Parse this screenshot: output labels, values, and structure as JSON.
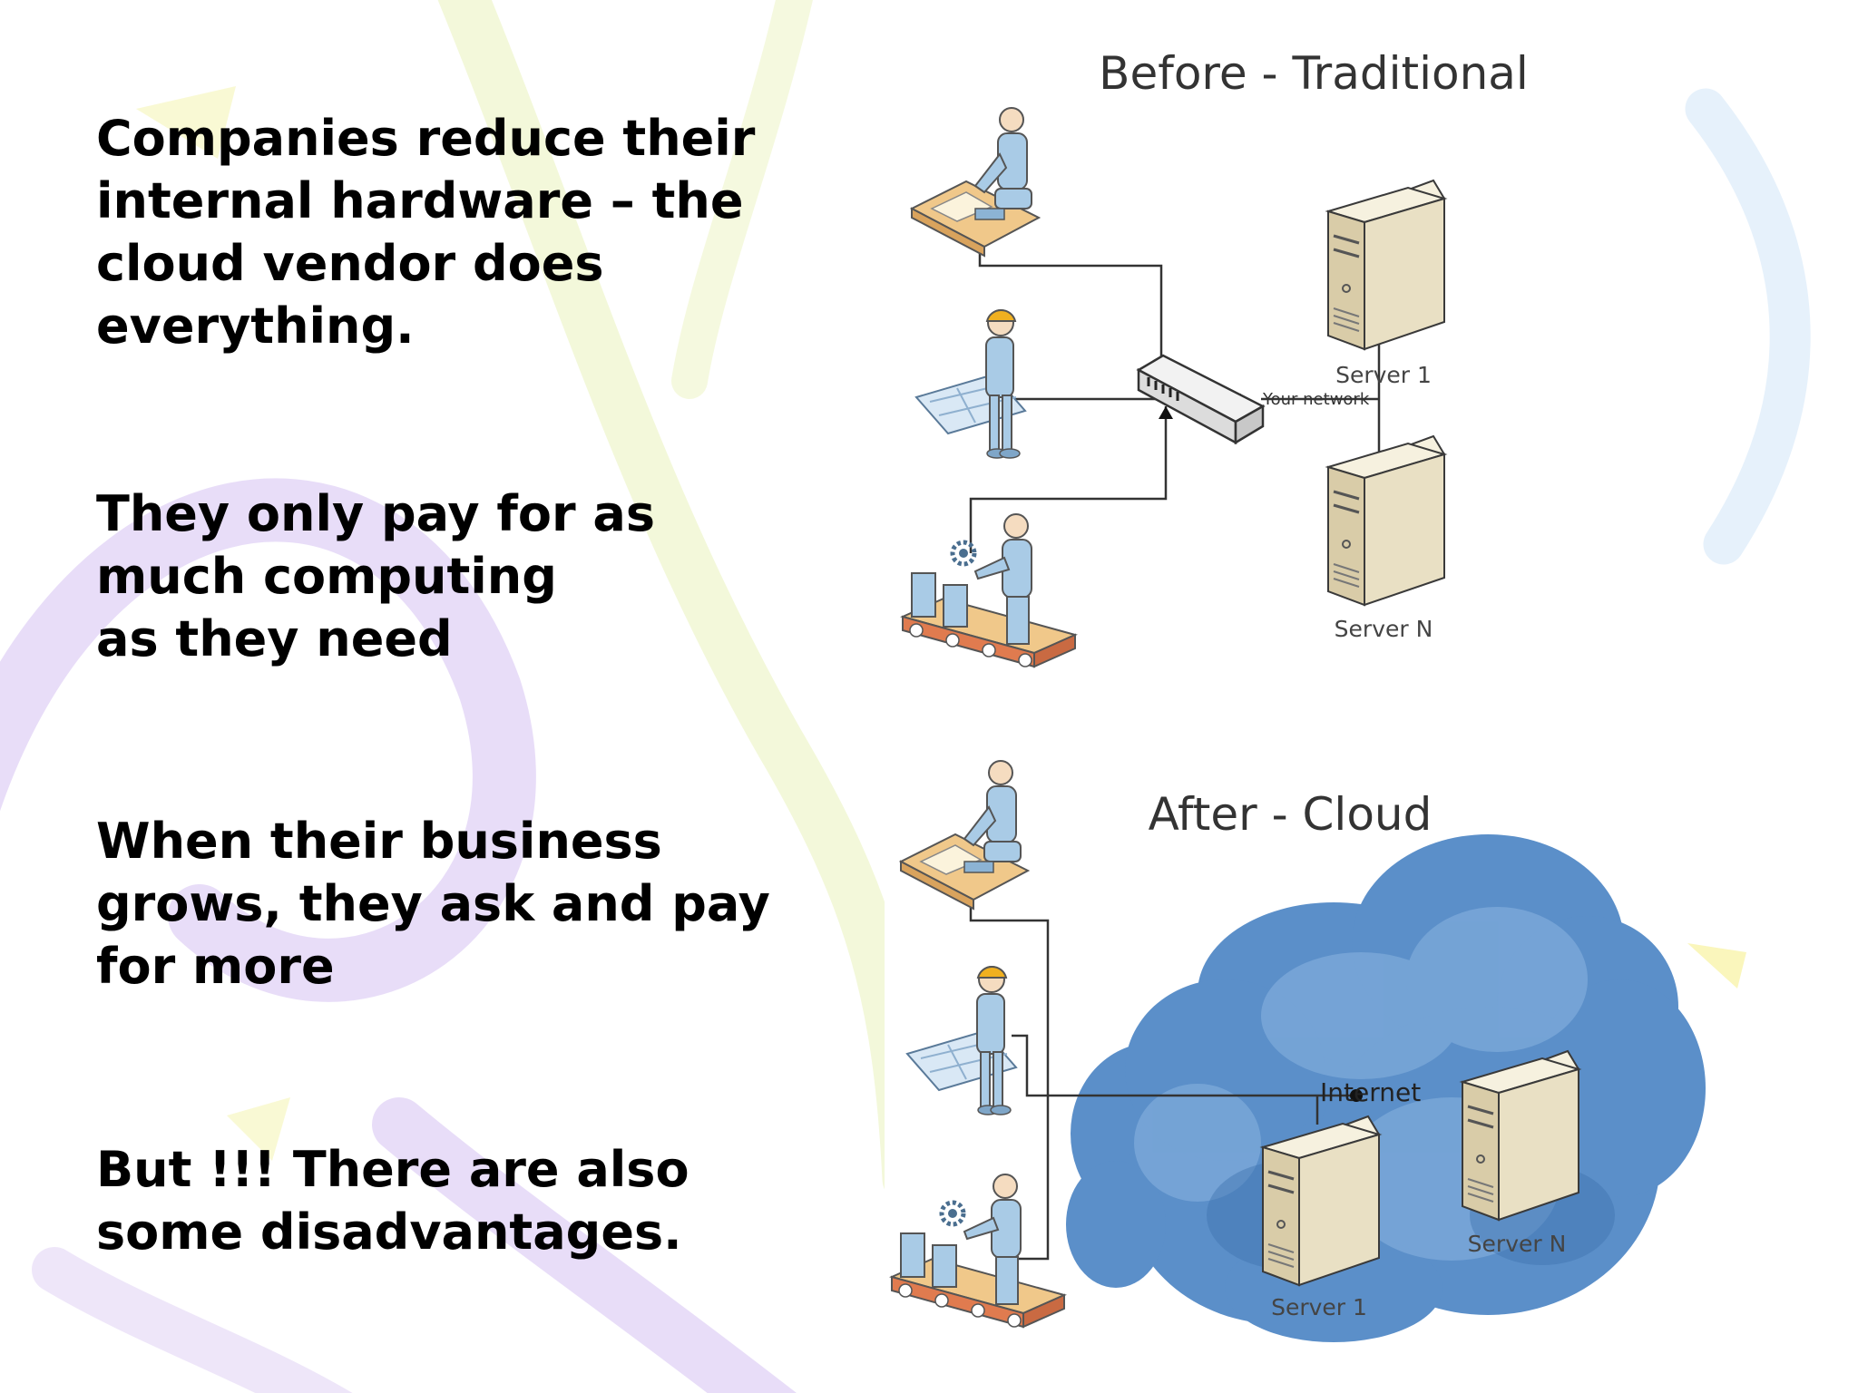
{
  "text_panel": {
    "bullets": [
      "Companies reduce their\ninternal hardware – the\ncloud vendor does\neverything.",
      "They only pay for as\nmuch computing\nas they need",
      "When their business\ngrows, they ask and pay\nfor more",
      "But !!! There are also\nsome disadvantages."
    ]
  },
  "before": {
    "title": "Before - Traditional",
    "network_label": "Your network",
    "server_labels": [
      "Server 1",
      "Server N"
    ]
  },
  "after": {
    "title": "After - Cloud",
    "internet_label": "Internet",
    "server_labels": [
      "Server 1",
      "Server N"
    ]
  },
  "colors": {
    "cloud": "#5b8fc9",
    "server_body": "#e9e0c4",
    "worker": "#a9cbe6",
    "desk": "#e8b87a",
    "hard_hat": "#f0b020"
  },
  "icons": [
    "desk-worker-icon",
    "engineer-icon",
    "factory-worker-icon",
    "network-switch-icon",
    "server-icon",
    "cloud-icon"
  ]
}
